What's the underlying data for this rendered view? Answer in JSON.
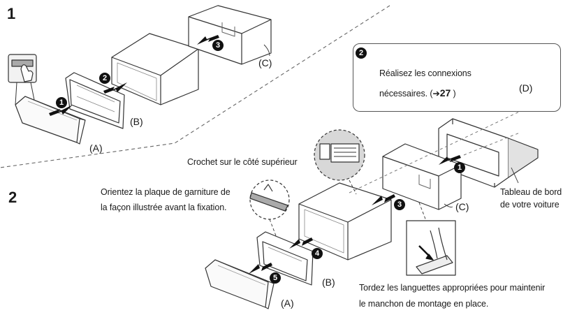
{
  "steps": {
    "step1": "1",
    "step2": "2"
  },
  "badges": {
    "b1": "1",
    "b2": "2",
    "b3": "3",
    "b4": "4",
    "b5": "5",
    "callout": "2"
  },
  "parts": {
    "A": "(A)",
    "B": "(B)",
    "C": "(C)",
    "D": "(D)"
  },
  "step1": {
    "badges": {
      "n1": "1",
      "n2": "2",
      "n3": "3"
    },
    "parts": {
      "A": "(A)",
      "B": "(B)",
      "C": "(C)"
    }
  },
  "step2": {
    "badges": {
      "n1": "1",
      "n3": "3",
      "n4": "4",
      "n5": "5"
    },
    "parts": {
      "A": "(A)",
      "B": "(B)",
      "C": "(C)",
      "D": "(D)"
    }
  },
  "callout": {
    "line1": "Réalisez les connexions",
    "line2_prefix": "nécessaires. (",
    "arrow": "➔",
    "ref": "27",
    "line2_suffix": " )"
  },
  "labels": {
    "hook": "Crochet sur le côté supérieur",
    "orient_line1": "Orientez la plaque de garniture de",
    "orient_line2": "la façon illustrée avant la fixation.",
    "dash_line1": "Tableau de bord",
    "dash_line2": "de votre voiture",
    "bend_line1": "Tordez les languettes appropriées pour maintenir",
    "bend_line2": "le manchon de montage en place."
  }
}
